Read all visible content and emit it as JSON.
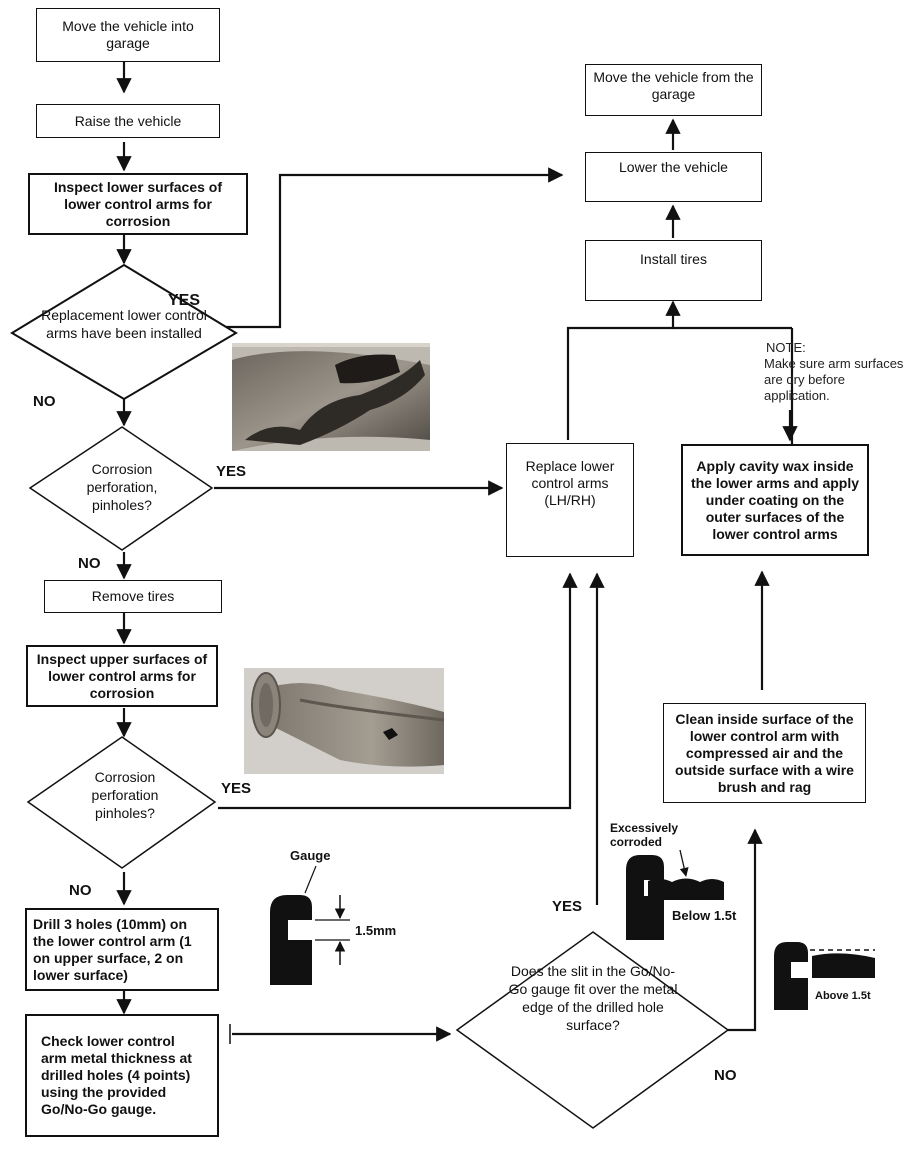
{
  "steps": {
    "move_into": "Move the vehicle into garage",
    "raise": "Raise the vehicle",
    "inspect_lower": "Inspect lower surfaces of lower control arms for corrosion",
    "remove_tires": "Remove tires",
    "inspect_upper": "Inspect upper surfaces of lower control arms for corrosion",
    "drill": "Drill 3 holes (10mm) on the lower control arm (1 on upper surface, 2 on lower surface)",
    "check": "Check lower control arm metal thickness at drilled holes (4 points) using the provided Go/No-Go gauge.",
    "replace": "Replace lower control arms (LH/RH)",
    "apply_wax": "Apply cavity wax inside the lower arms and apply under coating on the outer surfaces of the lower control arms",
    "clean": "Clean inside surface of the lower control arm with compressed air and the outside surface with a wire brush and rag",
    "install_tires": "Install tires",
    "lower": "Lower the vehicle",
    "move_from": "Move the vehicle from the garage"
  },
  "decisions": {
    "replacement": "Replacement lower control arms have been installed",
    "corrosion1": "Corrosion perforation, pinholes?",
    "corrosion2": "Corrosion perforation pinholes?",
    "gauge_fit": "Does the slit in the Go/No-Go gauge fit over the metal edge of the drilled hole surface?"
  },
  "labels": {
    "yes": "YES",
    "no": "NO"
  },
  "note": {
    "title": "NOTE:",
    "text": "Make sure arm surfaces are dry before application."
  },
  "gauge": {
    "title": "Gauge",
    "dimension": "1.5mm",
    "excessive": "Excessively corroded",
    "below": "Below 1.5t",
    "above": "Above 1.5t"
  },
  "colors": {
    "line": "#111111",
    "photo_dark": "#3a3632",
    "photo_light": "#8a847c"
  }
}
